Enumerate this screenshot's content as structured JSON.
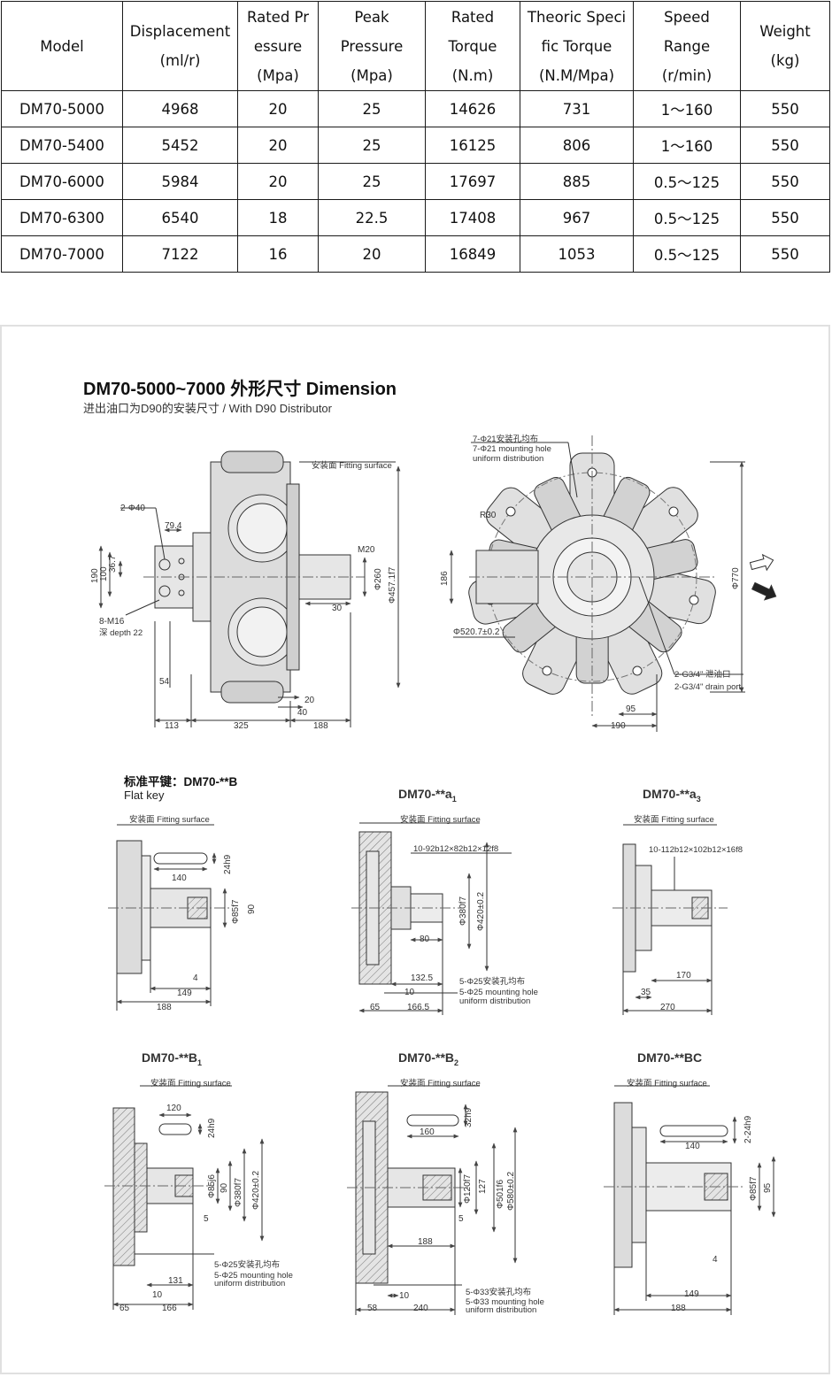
{
  "table": {
    "headers": [
      [
        "Model"
      ],
      [
        "Displacement",
        "(ml/r)"
      ],
      [
        "Rated Pr",
        "essure",
        "(Mpa)"
      ],
      [
        "Peak",
        "Pressure",
        "(Mpa)"
      ],
      [
        "Rated",
        "Torque",
        "(N.m)"
      ],
      [
        "Theoric Speci",
        "fic Torque",
        "(N.M/Mpa)"
      ],
      [
        "Speed",
        "Range",
        "(r/min)"
      ],
      [
        "Weight",
        "(kg)"
      ]
    ],
    "rows": [
      [
        "DM70-5000",
        "4968",
        "20",
        "25",
        "14626",
        "731",
        "1～160",
        "550"
      ],
      [
        "DM70-5400",
        "5452",
        "20",
        "25",
        "16125",
        "806",
        "1～160",
        "550"
      ],
      [
        "DM70-6000",
        "5984",
        "20",
        "25",
        "17697",
        "885",
        "0.5～125",
        "550"
      ],
      [
        "DM70-6300",
        "6540",
        "18",
        "22.5",
        "17408",
        "967",
        "0.5～125",
        "550"
      ],
      [
        "DM70-7000",
        "7122",
        "16",
        "20",
        "16849",
        "1053",
        "0.5～125",
        "550"
      ]
    ]
  },
  "drawing": {
    "title": "DM70-5000~7000 外形尺寸 Dimension",
    "subtitle": "进出油口为D90的安装尺寸 / With D90 Distributor",
    "side_view": {
      "fitting_surface": "安装面 Fitting surface",
      "holes": "2-Φ40",
      "d_79_4": "79.4",
      "d_36_7": "36.7",
      "d_100": "100",
      "d_190": "190",
      "m16": "8-M16",
      "depth": "深 depth 22",
      "d_54": "54",
      "m20": "M20",
      "d_260": "Φ260",
      "d_457": "Φ457.1f7",
      "d_30": "30",
      "d_20": "20",
      "d_40": "40",
      "d_113": "113",
      "d_325": "325",
      "d_188": "188"
    },
    "front_view": {
      "mount_cn": "7-Φ21安装孔均布",
      "mount_en1": "7-Φ21 mounting hole",
      "mount_en2": "uniform distribution",
      "r30": "R30",
      "d_186": "186",
      "d_520": "Φ520.7±0.2",
      "d_770": "Φ770",
      "drain_cn": "2-G3/4\" 泄油口",
      "drain_en": "2-G3/4\" drain port",
      "d_95": "95",
      "d_190": "190"
    },
    "flat_key": {
      "title_cn": "标准平键：DM70-**B",
      "title_en": "Flat key",
      "fitting": "安装面 Fitting surface",
      "d_140": "140",
      "d_24h9": "24h9",
      "d_85f7": "Φ85f7",
      "d_90": "90",
      "d_4": "4",
      "d_149": "149",
      "d_188": "188"
    },
    "a1": {
      "title": "DM70-**a",
      "sub": "1",
      "fitting": "安装面 Fitting surface",
      "spline": "10-92b12×82b12×12f8",
      "d_380": "Φ380f7",
      "d_420": "Φ420±0.2",
      "d_80": "80",
      "d_132_5": "132.5",
      "d_10": "10",
      "d_65": "65",
      "d_166_5": "166.5",
      "mount_cn": "5-Φ25安装孔均布",
      "mount_en1": "5-Φ25 mounting hole",
      "mount_en2": "uniform distribution"
    },
    "a3": {
      "title": "DM70-**a",
      "sub": "3",
      "fitting": "安装面 Fitting surface",
      "spline": "10-112b12×102b12×16f8",
      "d_170": "170",
      "d_35": "35",
      "d_270": "270"
    },
    "b1": {
      "title": "DM70-**B",
      "sub": "1",
      "fitting": "安装面 Fitting surface",
      "d_120": "120",
      "d_24h9": "24h9",
      "d_85j6": "Φ85j6",
      "d_90": "90",
      "d_380": "Φ380f7",
      "d_420": "Φ420±0.2",
      "d_5": "5",
      "mount_cn": "5-Φ25安装孔均布",
      "mount_en1": "5-Φ25 mounting hole",
      "mount_en2": "uniform distribution",
      "d_131": "131",
      "d_10": "10",
      "d_65": "65",
      "d_166": "166"
    },
    "b2": {
      "title": "DM70-**B",
      "sub": "2",
      "fitting": "安装面 Fitting surface",
      "d_160": "160",
      "d_32h9": "32h9",
      "d_120f7": "Φ120f7",
      "d_127": "127",
      "d_501f6": "Φ501f6",
      "d_580": "Φ580±0.2",
      "d_5": "5",
      "d_188": "188",
      "mount_cn": "5-Φ33安装孔均布",
      "mount_en1": "5-Φ33 mounting hole",
      "mount_en2": "uniform distribution",
      "d_10": "10",
      "d_58": "58",
      "d_240": "240"
    },
    "bc": {
      "title": "DM70-**BC",
      "fitting": "安装面 Fitting surface",
      "d_140": "140",
      "d_2_24h9": "2-24h9",
      "d_85f7": "Φ85f7",
      "d_95": "95",
      "d_4": "4",
      "d_149": "149",
      "d_188": "188"
    }
  }
}
